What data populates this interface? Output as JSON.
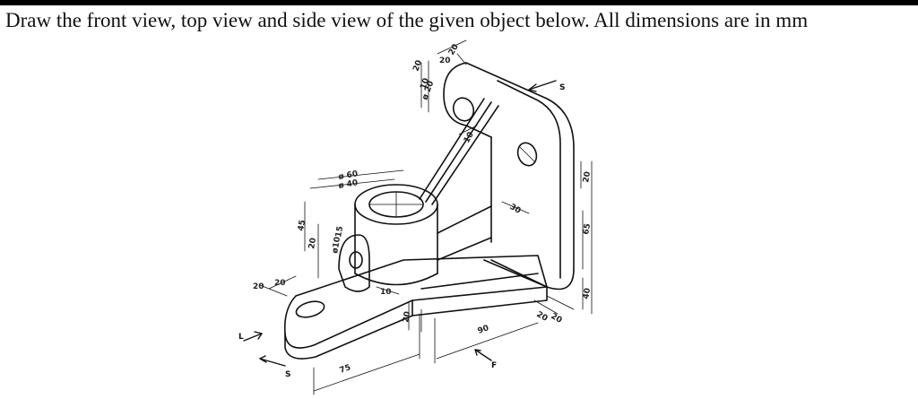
{
  "question_text": "Draw the front view, top view and side view of the given object below. All dimensions are in mm",
  "dimensions": {
    "d20_top": "20",
    "d20_top2": "20",
    "r20_top": "20",
    "d10_top": "10",
    "d9_top": "ø 20",
    "d20_a": "20",
    "d10_rib": "10",
    "d60": "ø 60",
    "d40": "ø 40",
    "d45": "45",
    "d20_left": "20",
    "d15": "15",
    "d50": "ø10",
    "d30": "30",
    "d20_right": "20",
    "d65": "65",
    "d40_right": "40",
    "d20_base_l": "20",
    "d20_base_l2": "20",
    "d10_base": "10",
    "d20_bottom": "20",
    "d90": "90",
    "d75": "75",
    "d20_br1": "20",
    "d20_br2": "20"
  },
  "view_labels": {
    "s_top": "S",
    "s_bottom": "S",
    "l_left": "L",
    "f_bottom": "F"
  }
}
